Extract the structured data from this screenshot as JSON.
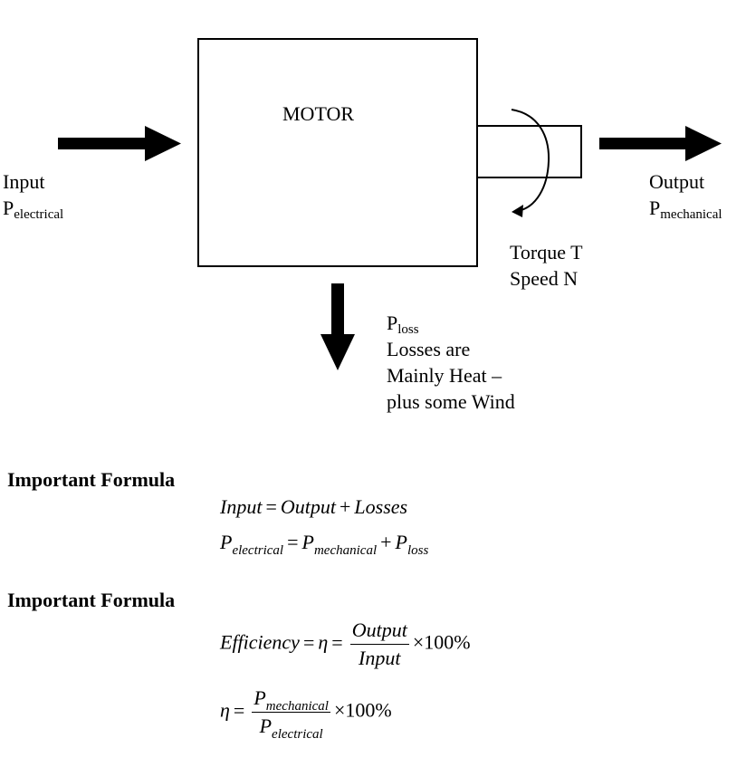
{
  "diagram": {
    "motor_label": "MOTOR",
    "input": {
      "line1": "Input",
      "symbol": "P",
      "subscript": "electrical"
    },
    "output": {
      "line1": "Output",
      "symbol": "P",
      "subscript": "mechanical"
    },
    "shaft": {
      "torque": "Torque T",
      "speed": "Speed N"
    },
    "loss": {
      "symbol": "P",
      "subscript": "loss",
      "lines": [
        "Losses are",
        "Mainly Heat –",
        "plus some Wind"
      ]
    }
  },
  "formulas": [
    {
      "heading": "Important Formula",
      "eq1": {
        "input": "Input",
        "equals": "=",
        "output": "Output",
        "plus": "+",
        "losses": "Losses"
      },
      "eq2": {
        "p": "P",
        "sub_elec": "electrical",
        "equals": "=",
        "sub_mech": "mechanical",
        "plus": "+",
        "sub_loss": "loss"
      }
    },
    {
      "heading": "Important Formula",
      "eq3": {
        "efficiency": "Efficiency",
        "equals": "=",
        "eta": "η",
        "numerator": "Output",
        "denominator": "Input",
        "times": "×100%"
      },
      "eq4": {
        "eta": "η",
        "equals": "=",
        "p": "P",
        "sub_mech": "mechanical",
        "sub_elec": "electrical",
        "times": "×100%"
      }
    }
  ]
}
